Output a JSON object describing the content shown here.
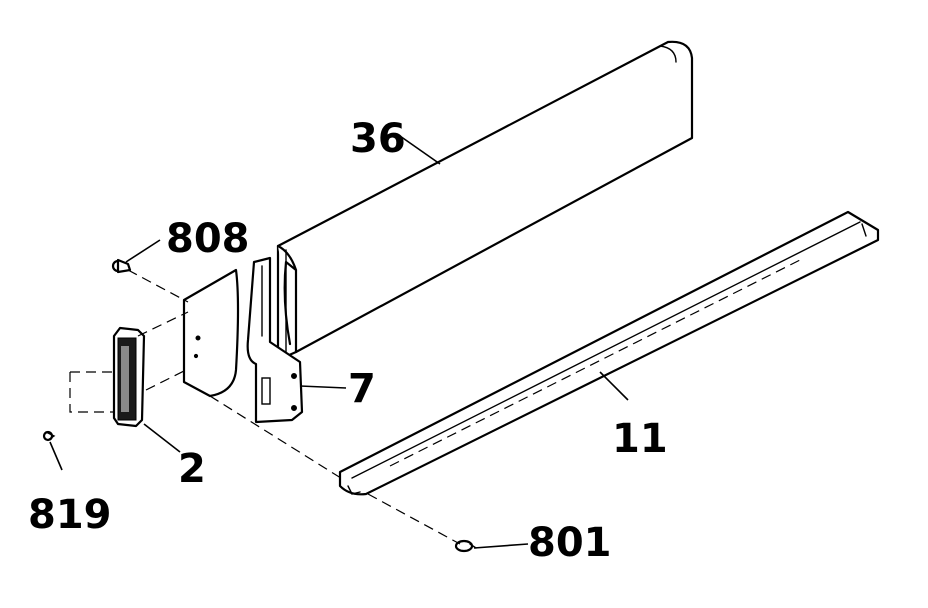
{
  "callouts": {
    "panel": "36",
    "screw_top": "808",
    "bracket": "7",
    "rail": "11",
    "cap": "2",
    "screw_left": "819",
    "screw_bottom": "801"
  }
}
